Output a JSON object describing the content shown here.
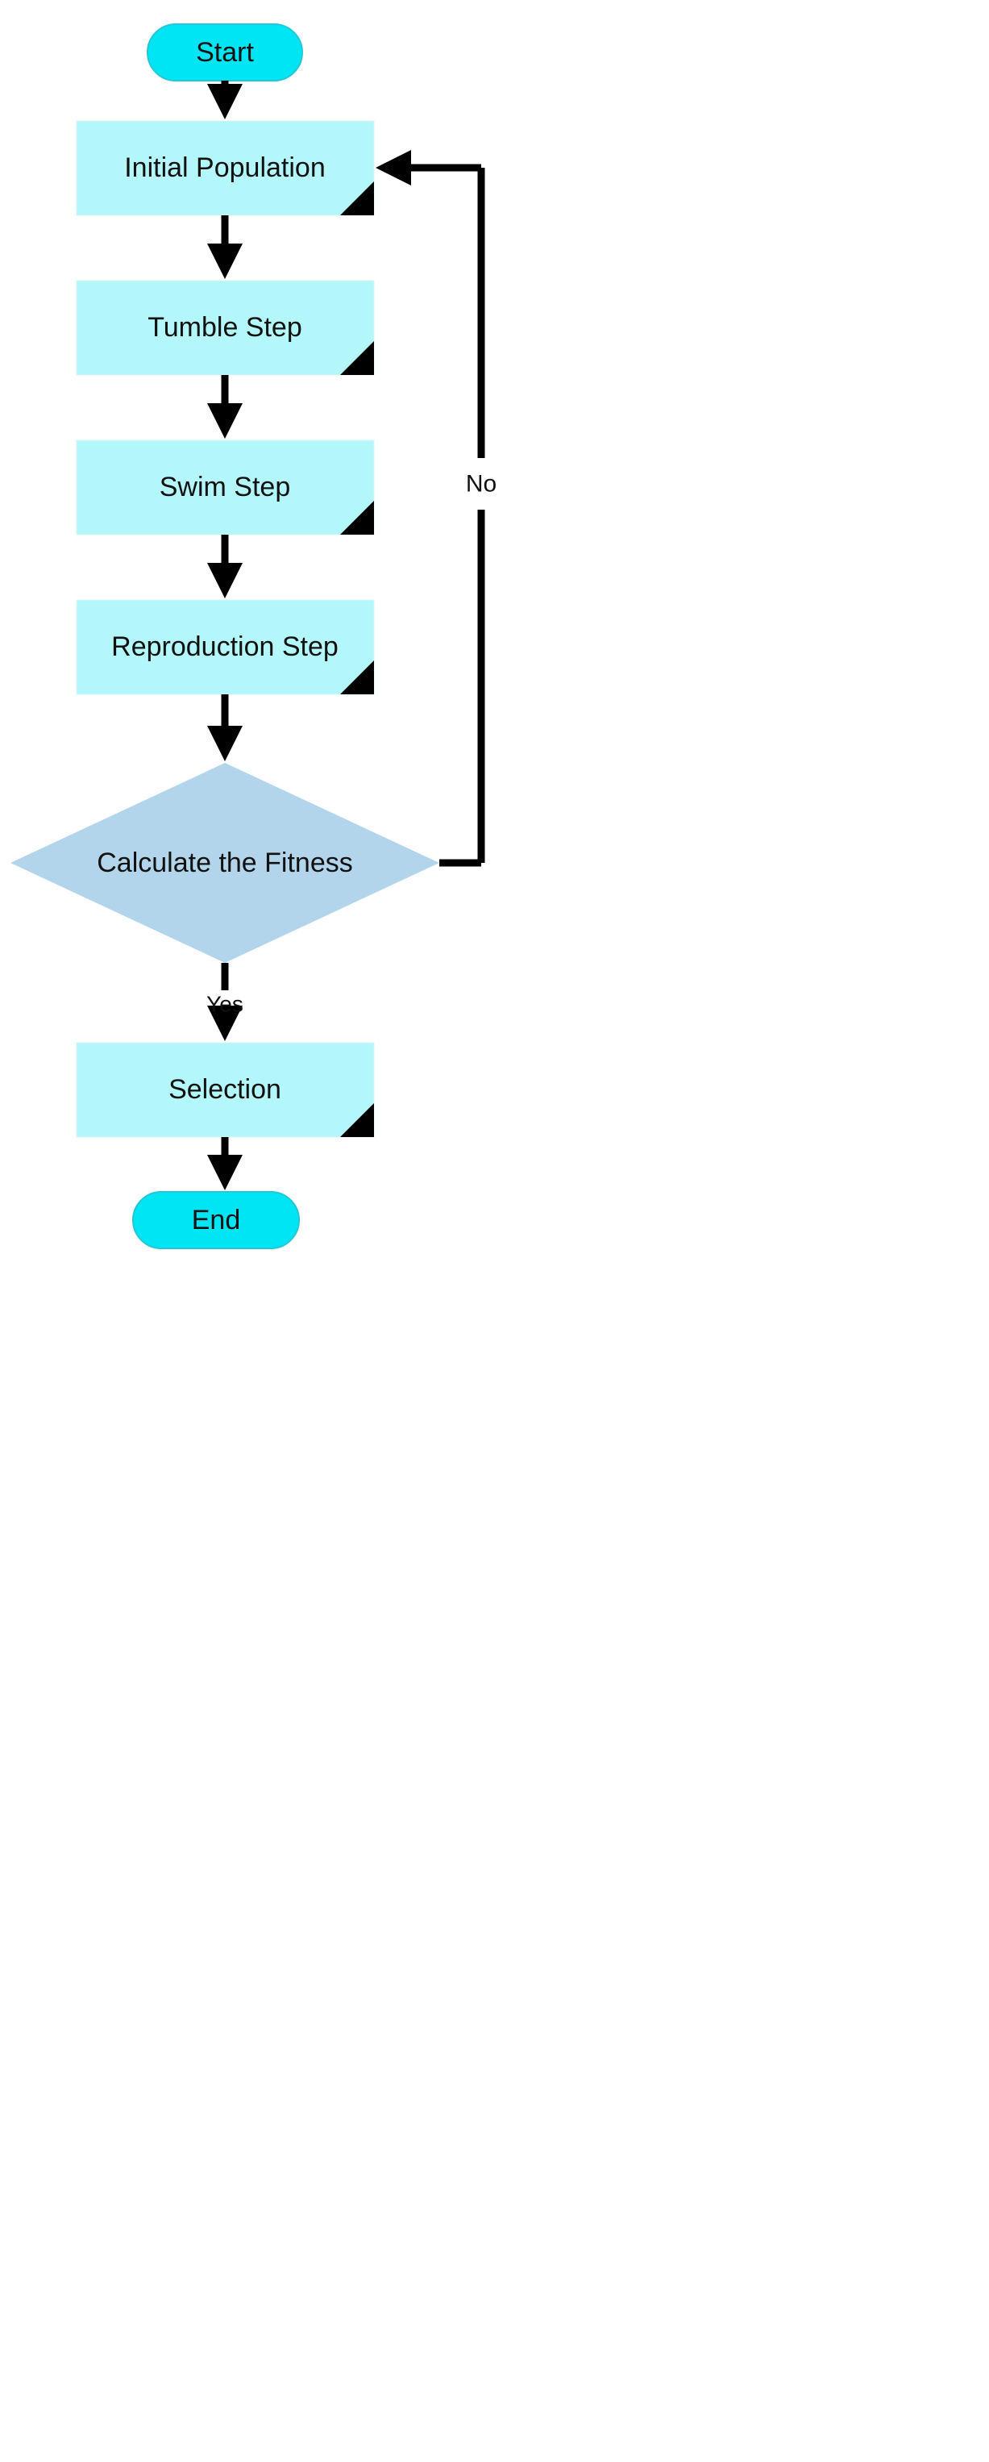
{
  "colors": {
    "terminal_fill": "#00e5f3",
    "terminal_stroke": "#22c7d8",
    "process_fill": "#b3f7fa",
    "decision_fill": "#b2d5ec",
    "corner_mark": "#000000",
    "line": "#000000",
    "text": "#111111"
  },
  "nodes": {
    "start": {
      "label": "Start",
      "shape": "terminal"
    },
    "initial_population": {
      "label": "Initial Population",
      "shape": "process"
    },
    "tumble_step": {
      "label": "Tumble Step",
      "shape": "process"
    },
    "swim_step": {
      "label": "Swim Step",
      "shape": "process"
    },
    "reproduction_step": {
      "label": "Reproduction Step",
      "shape": "process"
    },
    "calculate_fitness": {
      "label": "Calculate the Fitness",
      "shape": "decision"
    },
    "selection": {
      "label": "Selection",
      "shape": "process"
    },
    "end": {
      "label": "End",
      "shape": "terminal"
    }
  },
  "edges": {
    "no_label": "No",
    "yes_label": "Yes"
  }
}
